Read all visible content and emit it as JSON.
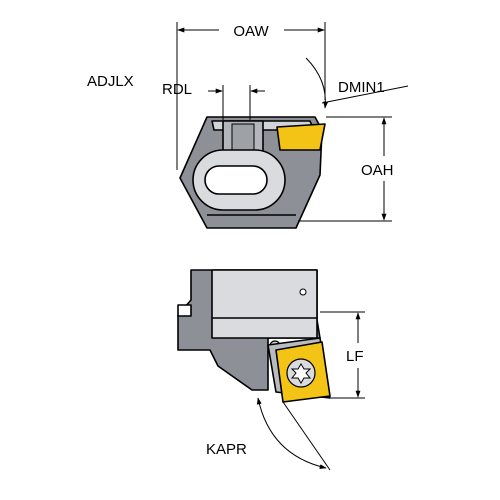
{
  "labels": {
    "oaw": "OAW",
    "adjlx": "ADJLX",
    "rdl": "RDL",
    "dmin1": "DMIN1",
    "oah": "OAH",
    "lf": "LF",
    "kapr": "KAPR"
  },
  "colors": {
    "body_gray": "#8d9096",
    "light_gray": "#d9dbde",
    "mid_gray": "#b8bbbf",
    "insert_yellow": "#f3c316",
    "line_black": "#000000"
  }
}
